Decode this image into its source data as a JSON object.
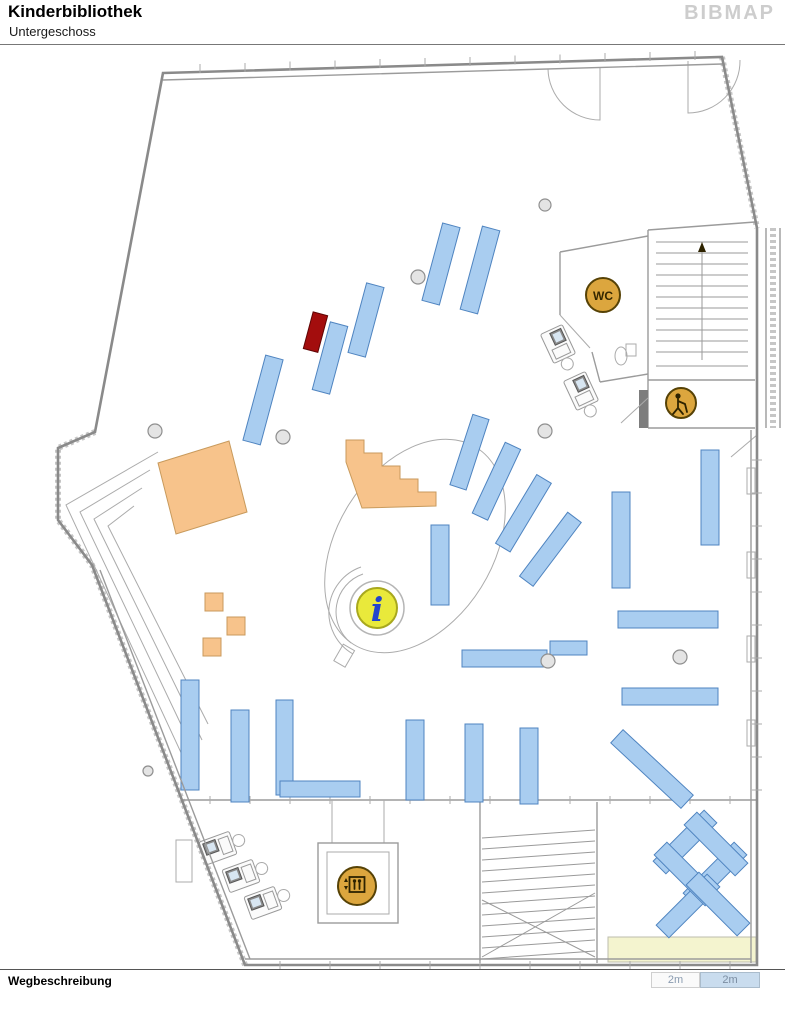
{
  "header": {
    "title": "Kinderbibliothek",
    "subtitle": "Untergeschoss",
    "logo": "BIBMAP"
  },
  "footer": {
    "label": "Wegbeschreibung",
    "scale_bars": [
      {
        "label": "2m"
      },
      {
        "label": "2m"
      }
    ]
  },
  "map": {
    "floor": "Untergeschoss",
    "poi": {
      "wc_label": "WC",
      "info_label": "i",
      "icons": [
        "wc-icon",
        "info-icon",
        "lift-side-icon",
        "elevator-icon"
      ]
    },
    "colors": {
      "shelf_fill": "#a9cdf0",
      "shelf_stroke": "#4f84c0",
      "highlighted_shelf": "#a30d0d",
      "furniture_fill": "#f7c38b",
      "icon_gold": "#dca63e",
      "info_yellow": "#e9e93b",
      "floor_accent": "#f4f4cf",
      "wall_gray": "#8a8a8a"
    }
  }
}
